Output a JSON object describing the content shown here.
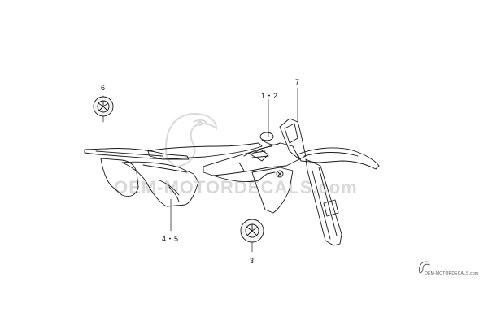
{
  "diagram": {
    "callouts": {
      "c6": "6",
      "c12": "1・2",
      "c7": "7",
      "c45": "4・5",
      "c3": "3"
    },
    "watermark_text": "OEM-MOTORDECALS.com",
    "footer_watermark_text": "OEM-MOTORDECALS.com",
    "colors": {
      "line": "#1a1a1a",
      "watermark": "#d9d9d9"
    },
    "icons": [
      "tuning-fork-emblem-icon",
      "bird-logo-icon"
    ]
  }
}
